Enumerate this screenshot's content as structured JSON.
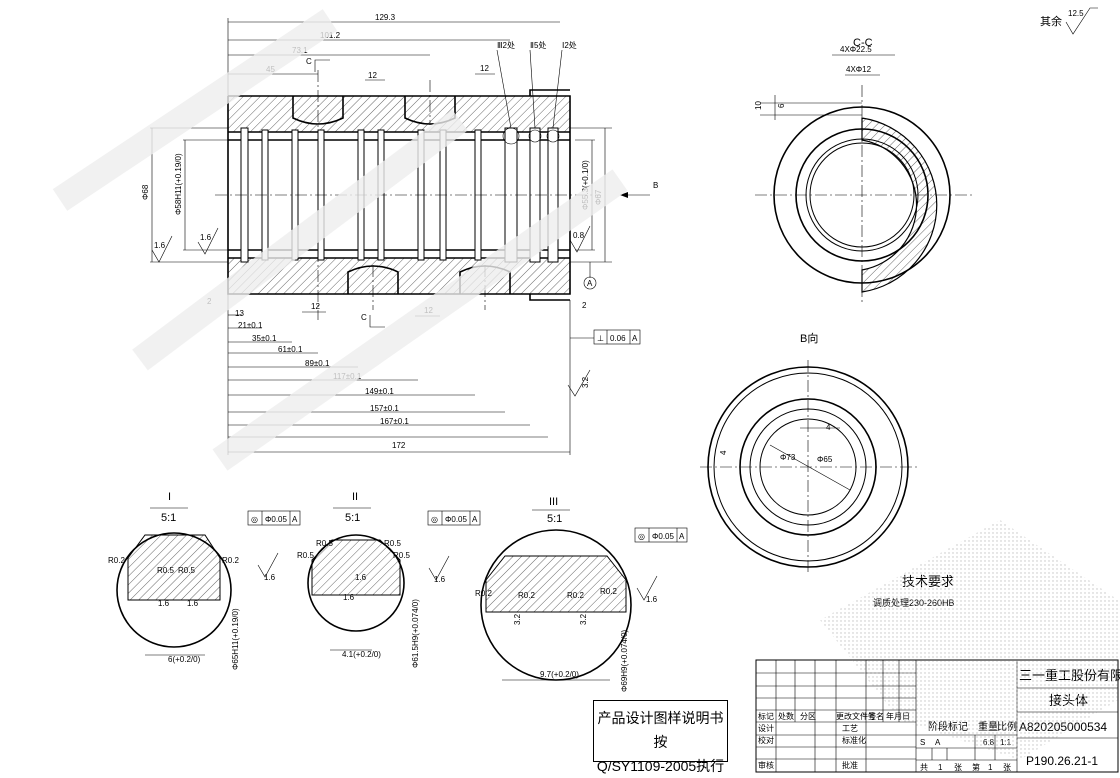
{
  "drawing": {
    "roughness_other": "其余",
    "roughness_other_value": "12.5",
    "section_label": "C-C",
    "view_b_label": "B向",
    "arrow_b": "B",
    "section_mark_c": "C",
    "datum_a": "A",
    "callouts": {
      "III": "Ⅲ2处",
      "II": "Ⅱ5处",
      "I": "Ⅰ2处"
    },
    "top_dims": [
      "129.3",
      "101.2",
      "73.1",
      "45",
      "12",
      "12"
    ],
    "bottom_dims": [
      "2",
      "13",
      "21±0.1",
      "35±0.1",
      "61±0.1",
      "89±0.1",
      "117±0.1",
      "149±0.1",
      "157±0.1",
      "167±0.1",
      "172"
    ],
    "small_dims": [
      "12",
      "12",
      "2"
    ],
    "side_dims": {
      "d68": "Φ68",
      "d58": "Φ58H11(+0.19/0)",
      "d55": "Φ55.3(+0.1/0)",
      "d67": "Φ67",
      "r16a": "1.6",
      "r16b": "1.6",
      "r08": "0.8",
      "r32": "3.2"
    },
    "perp_tol": {
      "symbol": "⊥",
      "value": "0.06",
      "datum": "A"
    },
    "cc_dims": [
      "4XΦ22.5",
      "4XΦ12",
      "10",
      "6"
    ],
    "b_dims": [
      "Φ73",
      "Φ65",
      "4",
      "4"
    ],
    "details": [
      {
        "roman": "I",
        "scale": "5:1",
        "tol": "Φ0.05",
        "datum": "A",
        "r1": "R0.2",
        "r2": "R0.5",
        "r3": "R0.5",
        "r4": "R0.2",
        "ra1": "1.6",
        "ra2": "1.6",
        "ra3": "1.6",
        "width": "6(+0.2/0)",
        "dia": "Φ65H11(+0.19/0)"
      },
      {
        "roman": "II",
        "scale": "5:1",
        "tol": "Φ0.05",
        "datum": "A",
        "r1": "R0.5",
        "r2": "R0.5",
        "r3": "R0.5",
        "r4": "R0.5",
        "ra1": "1.6",
        "ra2": "1.6",
        "ra3": "1.6",
        "width": "4.1(+0.2/0)",
        "dia": "Φ61.5H9(+0.074/0)"
      },
      {
        "roman": "III",
        "scale": "5:1",
        "tol": "Φ0.05",
        "datum": "A",
        "r1": "R0.2",
        "r2": "R0.2",
        "r3": "R0.2",
        "r4": "R0.2",
        "ra1": "3.2",
        "ra2": "3.2",
        "ra3": "1.6",
        "width": "9.7(+0.2/0)",
        "dia": "Φ69H9(+0.074/0)"
      }
    ],
    "tech_req_title": "技术要求",
    "tech_req_text": "调质处理230-260HB"
  },
  "note": {
    "line1": "产品设计图样说明书按",
    "line2": "Q/SY1109-2005执行"
  },
  "title_block": {
    "company": "三一重工股份有限公司",
    "part_name": "接头体",
    "drawing_no": "A820205000534",
    "part_no": "P190.26.21-1",
    "headers": [
      "标记",
      "处数",
      "分区",
      "更改文件号",
      "签名",
      "年月日"
    ],
    "left_rows": [
      "设计",
      "校对",
      "",
      "审核"
    ],
    "mid_rows": [
      "工艺",
      "标准化",
      "",
      "批准"
    ],
    "stage_label": "阶段标记",
    "weight_label": "重量",
    "scale_label": "比例",
    "stage_s": "S",
    "stage_a": "A",
    "weight": "6.8",
    "scale": "1:1",
    "sheet_total_prefix": "共",
    "sheet_total": "1",
    "sheet_unit": "张",
    "sheet_no_prefix": "第",
    "sheet_no": "1",
    "sheet_unit2": "张"
  }
}
